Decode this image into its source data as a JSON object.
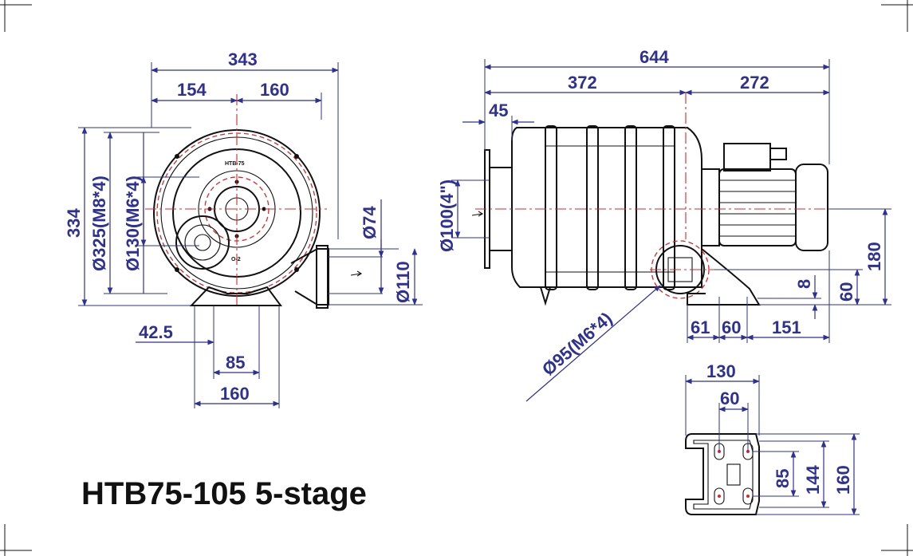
{
  "model_title": "HTB75-105 5-stage",
  "front_view": {
    "overall_width": "343",
    "left_offset": "154",
    "right_offset": "160",
    "overall_height": "334",
    "flange_outer": "Ø325(M8*4)",
    "flange_inner": "Ø130(M6*4)",
    "outlet_inner": "Ø74",
    "outlet_outer": "Ø110",
    "foot_offset": "42.5",
    "foot_inner": "85",
    "foot_outer": "160",
    "nameplate": "HTB-75",
    "outlet_label": "O-2"
  },
  "side_view": {
    "overall_length": "644",
    "body_length": "372",
    "motor_length": "272",
    "inlet_offset": "45",
    "inlet_diameter": "Ø100(4\")",
    "outlet_flange": "Ø95(M6*4)",
    "shaft_height": "180",
    "outlet_height": "60",
    "foot_thickness": "8",
    "foot_a": "61",
    "foot_b": "60",
    "foot_c": "151"
  },
  "base_view": {
    "width": "130",
    "slot_pitch": "60",
    "inner_span": "85",
    "mid_span": "144",
    "outer_span": "160"
  },
  "colors": {
    "dimension": "#2e3192",
    "centerline": "#d7282f",
    "outline": "#111111"
  }
}
